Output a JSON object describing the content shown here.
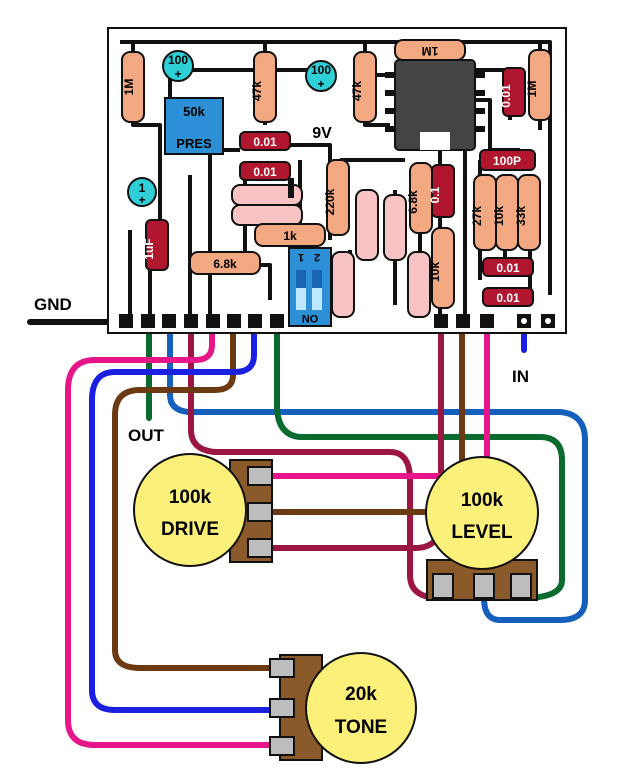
{
  "board": {
    "resistors": {
      "r1m_left": "1M",
      "r47k_a": "47k",
      "r47k_b": "47k",
      "r1m_right": "1M",
      "r1m_top": "1M",
      "r220k": "220k",
      "r6k8_a": "6.8k",
      "r6k8_b": "6.8k",
      "r1k": "1k",
      "r10k_a": "10k",
      "r27k": "27k",
      "r10k_b": "10k",
      "r33k": "33k"
    },
    "capacitors": {
      "c100_a": "100",
      "c100_b": "100",
      "c1": "1",
      "c1uf": "1uF",
      "c001_a": "0.01",
      "c001_b": "0.01",
      "c001_c": "0.01",
      "c001_d": "0.01",
      "c001_e": "0.01",
      "c01": "0.1",
      "c100p": "100P"
    },
    "trimmer": {
      "value": "50k",
      "name": "PRES"
    },
    "switch": {
      "num1": "1",
      "num2": "2",
      "on": "ON"
    },
    "voltage": "9V",
    "plus": "+"
  },
  "labels": {
    "gnd": "GND",
    "out": "OUT",
    "in": "IN"
  },
  "pots": {
    "drive": {
      "value": "100k",
      "name": "DRIVE"
    },
    "level": {
      "value": "100k",
      "name": "LEVEL"
    },
    "tone": {
      "value": "20k",
      "name": "TONE"
    }
  },
  "colors": {
    "pink": "#e6168a",
    "green": "#0b6b2e",
    "blue": "#1b1fe0",
    "lightblue": "#1560bd",
    "brown": "#6b3a12",
    "maroon": "#9b1640",
    "resistor": "#f2a982",
    "capacitor": "#b0162d",
    "electrolytic": "#2ecfd6",
    "potbody": "#fbf07a"
  }
}
